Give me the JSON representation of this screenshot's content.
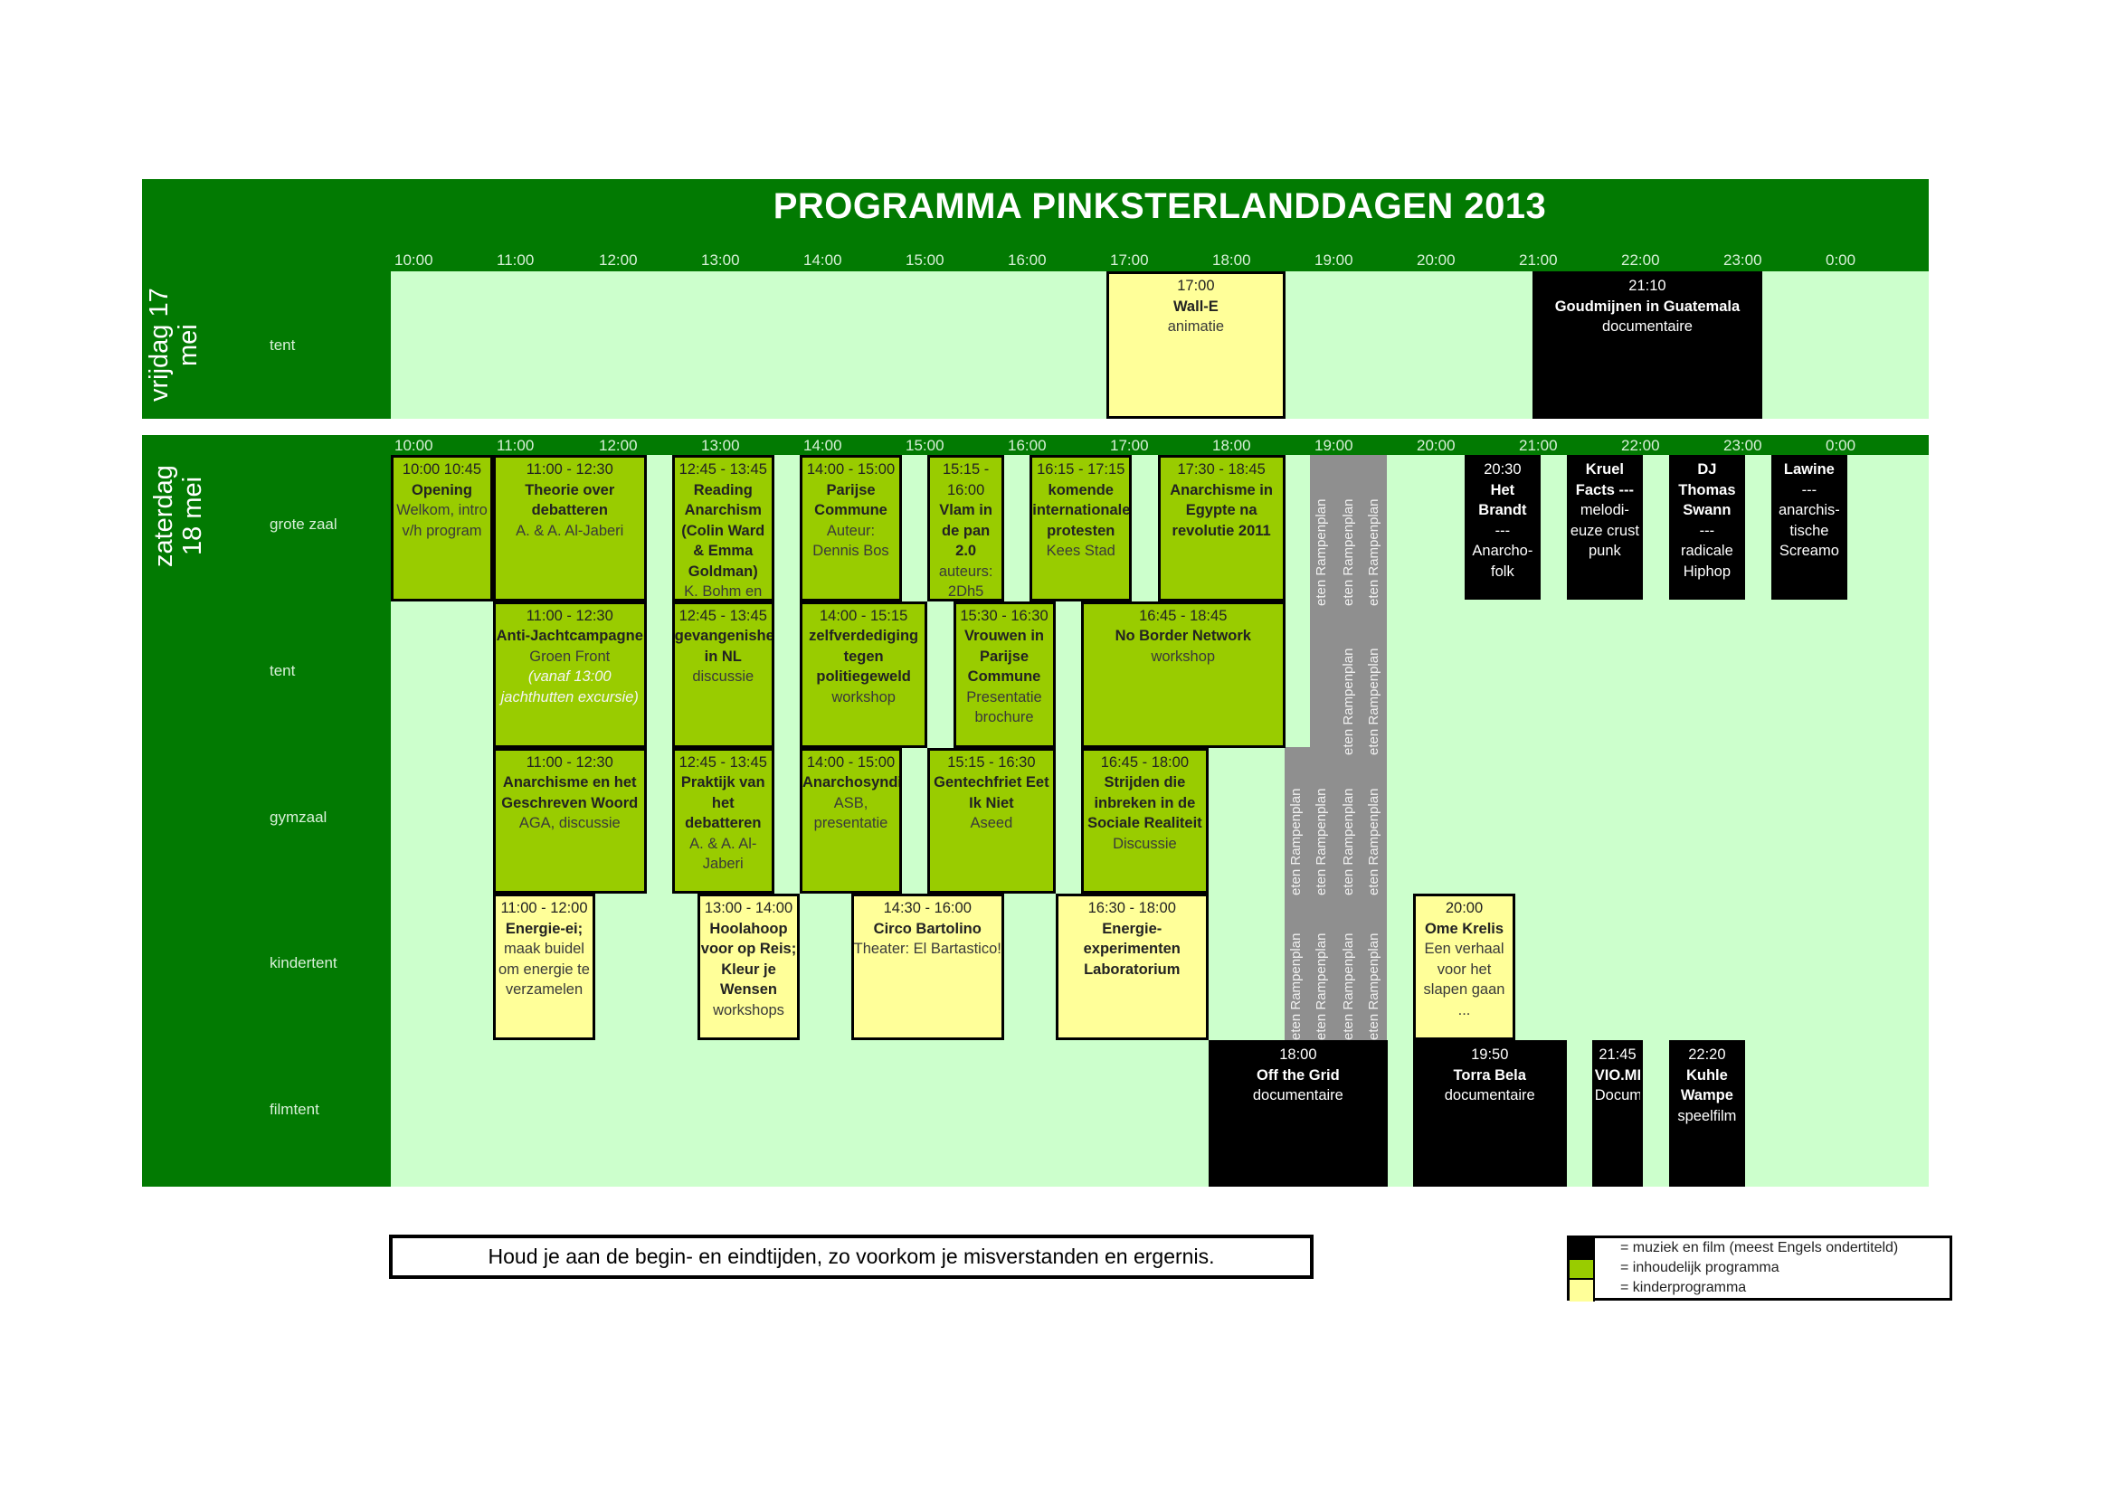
{
  "title": "PROGRAMMA PINKSTERLANDDAGEN 2013",
  "hours": [
    "10:00",
    "11:00",
    "12:00",
    "13:00",
    "14:00",
    "15:00",
    "16:00",
    "17:00",
    "18:00",
    "19:00",
    "20:00",
    "21:00",
    "22:00",
    "23:00",
    "0:00"
  ],
  "friday": {
    "day_label": "vrijdag    17\nmei",
    "venues": [
      "tent"
    ],
    "events": [
      {
        "venue": 0,
        "type": "kind",
        "start": "17:00",
        "end": "18:45",
        "time": "17:00",
        "name": "Wall-E",
        "sub": [
          "animatie"
        ]
      },
      {
        "venue": 0,
        "type": "film",
        "start": "21:10",
        "end": "23:25",
        "time": "21:10",
        "name": "Goudmijnen in Guatemala",
        "sub": [
          "documentaire"
        ]
      }
    ]
  },
  "saturday": {
    "day_label": "zaterdag\n18 mei",
    "venues": [
      "grote zaal",
      "tent",
      "gymzaal",
      "kindertent",
      "filmtent"
    ],
    "events": [
      {
        "venue": 0,
        "type": "inh",
        "start": "10:00",
        "end": "11:00",
        "time": "10:00 10:45",
        "name": "Opening",
        "sub": [
          "Welkom, intro v/h program"
        ]
      },
      {
        "venue": 0,
        "type": "inh",
        "start": "11:00",
        "end": "12:30",
        "time": "11:00 - 12:30",
        "name": "Theorie over debatteren",
        "sub": [
          "A. & A. Al-Jaberi"
        ]
      },
      {
        "venue": 0,
        "type": "inh",
        "start": "12:45",
        "end": "13:45",
        "time": "12:45 - 13:45",
        "name": "Reading Anarchism (Colin Ward & Emma Goldman)",
        "sub": [
          "K. Bohm en"
        ]
      },
      {
        "venue": 0,
        "type": "inh",
        "start": "14:00",
        "end": "15:00",
        "time": "14:00 - 15:00",
        "name": "Parijse Commune",
        "sub": [
          "Auteur: Dennis Bos"
        ]
      },
      {
        "venue": 0,
        "type": "inh",
        "start": "15:15",
        "end": "16:00",
        "time": "15:15 - 16:00",
        "name": "Vlam in de pan 2.0",
        "sub": [
          "auteurs: 2Dh5"
        ]
      },
      {
        "venue": 0,
        "type": "inh",
        "start": "16:15",
        "end": "17:15",
        "time": "16:15 - 17:15",
        "name": "komende internationale protesten",
        "sub": [
          "Kees Stad"
        ]
      },
      {
        "venue": 0,
        "type": "inh",
        "start": "17:30",
        "end": "18:45",
        "time": "17:30 - 18:45",
        "name": "Anarchisme in Egypte na revolutie 2011",
        "sub": []
      },
      {
        "venue": 0,
        "type": "film",
        "start": "20:30",
        "end": "21:15",
        "time": "20:30",
        "name": "Het Brandt",
        "sub": [
          "---",
          "Anarcho-folk"
        ]
      },
      {
        "venue": 0,
        "type": "film",
        "start": "21:30",
        "end": "22:15",
        "time": "",
        "name": "Kruel Facts ---",
        "sub": [
          "melodi-euze crust punk"
        ]
      },
      {
        "venue": 0,
        "type": "film",
        "start": "22:30",
        "end": "23:15",
        "time": "",
        "name": "DJ Thomas Swann",
        "sub": [
          "---",
          "radicale Hiphop"
        ]
      },
      {
        "venue": 0,
        "type": "film",
        "start": "23:30",
        "end": "0:15",
        "time": "",
        "name": "Lawine",
        "sub": [
          "---",
          "anarchis-tische Screamo"
        ]
      },
      {
        "venue": 1,
        "type": "inh",
        "start": "11:00",
        "end": "12:30",
        "time": "11:00 - 12:30",
        "name": "Anti-Jachtcampagne",
        "sub": [
          "Groen Front"
        ],
        "italic": "(vanaf 13:00 jachthutten excursie)"
      },
      {
        "venue": 1,
        "type": "inh",
        "start": "12:45",
        "end": "13:45",
        "time": "12:45 - 13:45",
        "name": "gevangenishervormingen in NL",
        "sub": [
          "discussie"
        ]
      },
      {
        "venue": 1,
        "type": "inh",
        "start": "14:00",
        "end": "15:15",
        "time": "14:00 - 15:15",
        "name": "zelfverdediging tegen politiegeweld",
        "sub": [
          "workshop"
        ]
      },
      {
        "venue": 1,
        "type": "inh",
        "start": "15:30",
        "end": "16:30",
        "time": "15:30 - 16:30",
        "name": "Vrouwen in Parijse Commune",
        "sub": [
          "Presentatie brochure"
        ]
      },
      {
        "venue": 1,
        "type": "inh",
        "start": "16:45",
        "end": "18:45",
        "time": "16:45 - 18:45",
        "name": "No Border Network",
        "sub": [
          "workshop"
        ]
      },
      {
        "venue": 2,
        "type": "inh",
        "start": "11:00",
        "end": "12:30",
        "time": "11:00 - 12:30",
        "name": "Anarchisme en het Geschreven Woord",
        "sub": [
          "AGA, discussie"
        ]
      },
      {
        "venue": 2,
        "type": "inh",
        "start": "12:45",
        "end": "13:45",
        "time": "12:45 - 13:45",
        "name": "Praktijk van het debatteren",
        "sub": [
          "A. & A. Al-Jaberi"
        ]
      },
      {
        "venue": 2,
        "type": "inh",
        "start": "14:00",
        "end": "15:00",
        "time": "14:00 - 15:00",
        "name": "Anarchosyndicalisme",
        "sub": [
          "ASB, presentatie"
        ]
      },
      {
        "venue": 2,
        "type": "inh",
        "start": "15:15",
        "end": "16:30",
        "time": "15:15 - 16:30",
        "name": "Gentechfriet Eet Ik Niet",
        "sub": [
          "Aseed"
        ]
      },
      {
        "venue": 2,
        "type": "inh",
        "start": "16:45",
        "end": "18:00",
        "time": "16:45 - 18:00",
        "name": "Strijden die inbreken in de Sociale Realiteit",
        "sub": [
          "Discussie"
        ]
      },
      {
        "venue": 3,
        "type": "kind",
        "start": "11:00",
        "end": "12:00",
        "time": "11:00 - 12:00",
        "name": "Energie-ei;",
        "sub": [
          "maak buidel om energie te verzamelen"
        ]
      },
      {
        "venue": 3,
        "type": "kind",
        "start": "13:00",
        "end": "14:00",
        "time": "13:00 - 14:00",
        "name": "Hoolahoop voor op Reis; Kleur je Wensen",
        "sub": [
          "workshops"
        ]
      },
      {
        "venue": 3,
        "type": "kind",
        "start": "14:30",
        "end": "16:00",
        "time": "14:30 - 16:00",
        "name": "Circo Bartolino",
        "sub": [
          "Theater: El Bartastico!"
        ]
      },
      {
        "venue": 3,
        "type": "kind",
        "start": "16:30",
        "end": "18:00",
        "time": "16:30 - 18:00",
        "name": "Energie-experimenten Laboratorium",
        "sub": []
      },
      {
        "venue": 3,
        "type": "kind",
        "start": "20:00",
        "end": "21:00",
        "time": "20:00",
        "name": "Ome Krelis",
        "sub": [
          "Een verhaal voor het slapen gaan",
          "..."
        ]
      },
      {
        "venue": 4,
        "type": "film",
        "start": "18:00",
        "end": "19:45",
        "time": "18:00",
        "name": "Off the Grid",
        "sub": [
          "documentaire"
        ]
      },
      {
        "venue": 4,
        "type": "film",
        "start": "20:00",
        "end": "21:30",
        "time": "19:50",
        "name": "Torra Bela",
        "sub": [
          "documentaire"
        ]
      },
      {
        "venue": 4,
        "type": "film",
        "start": "21:45",
        "end": "22:15",
        "time": "21:45",
        "name": "VIO.ME.",
        "sub": [
          "Documentaire"
        ]
      },
      {
        "venue": 4,
        "type": "film",
        "start": "22:30",
        "end": "23:15",
        "time": "22:20",
        "name": "Kuhle Wampe",
        "sub": [
          "speelfilm"
        ]
      }
    ],
    "meal_label": "eten Rampenplan"
  },
  "footer_note": "Houd je aan de begin- en eindtijden, zo voorkom je misverstanden en ergernis.",
  "legend": [
    {
      "color": "#000000",
      "label": "= muziek  en film (meest Engels ondertiteld)"
    },
    {
      "color": "#99cc00",
      "label": "= inhoudelijk programma"
    },
    {
      "color": "#ffff99",
      "label": "= kinderprogramma"
    }
  ],
  "colors": {
    "header_green": "#027a02",
    "grid_bg": "#ccffcc",
    "inhoudelijk": "#99cc00",
    "kinder": "#ffff99",
    "film": "#000000",
    "meal": "#8f8f8f"
  }
}
